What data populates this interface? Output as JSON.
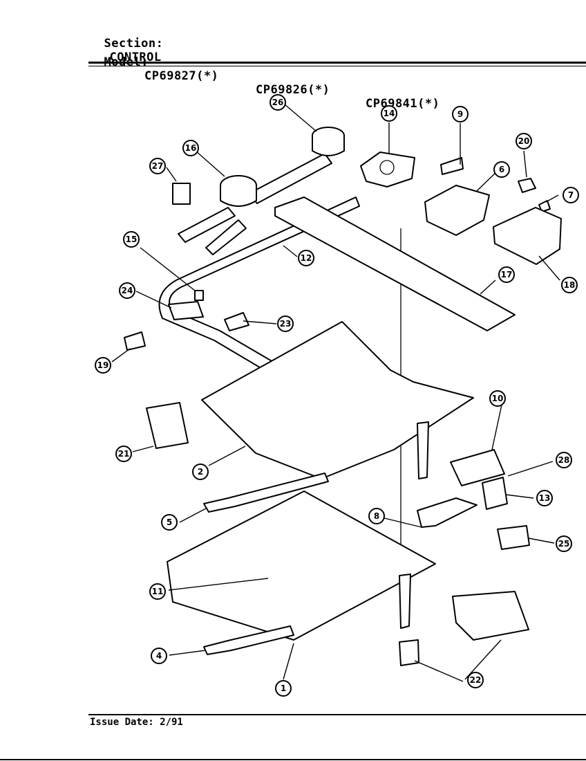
{
  "header": {
    "section_label": "Section:",
    "section_value": "CONTROL",
    "model_label": "Model:",
    "models": [
      "CP69827(*)",
      "CP69826(*)",
      "CP69841(*)"
    ]
  },
  "callouts": [
    "1",
    "2",
    "4",
    "5",
    "6",
    "7",
    "8",
    "9",
    "10",
    "11",
    "12",
    "13",
    "14",
    "15",
    "16",
    "17",
    "18",
    "19",
    "20",
    "21",
    "22",
    "23",
    "24",
    "25",
    "26",
    "27",
    "28"
  ],
  "footer": {
    "issue_date": "Issue Date: 2/91"
  }
}
